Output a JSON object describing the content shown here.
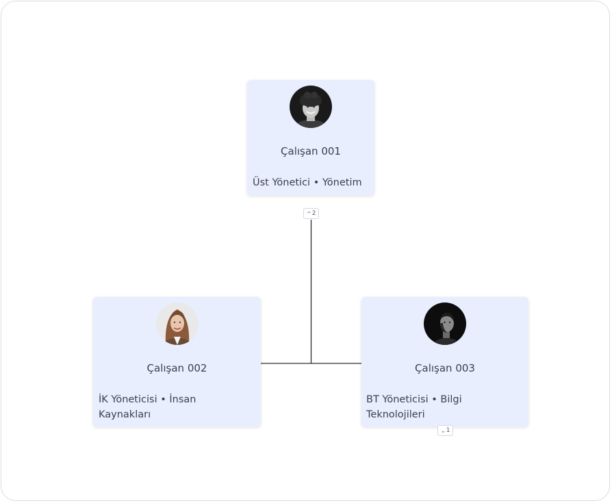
{
  "nodes": [
    {
      "id": "n1",
      "name": "Çalışan 001",
      "role": "Üst Yönetici • Yönetim",
      "avatar": "man-curly-hair-avatar"
    },
    {
      "id": "n2",
      "name": "Çalışan 002",
      "role": "İK Yöneticisi • İnsan Kaynakları",
      "avatar": "woman-long-hair-avatar"
    },
    {
      "id": "n3",
      "name": "Çalışan 003",
      "role": "BT Yöneticisi • Bilgi Teknolojileri",
      "avatar": "man-dark-portrait-avatar"
    }
  ],
  "toggles": {
    "n1": {
      "icon": "chevron-up-icon",
      "glyph": "^",
      "count": "2"
    },
    "n3": {
      "icon": "chevron-down-icon",
      "glyph": "⌄",
      "count": "1"
    }
  },
  "edges": [
    {
      "from": "n1",
      "to": "n2"
    },
    {
      "from": "n1",
      "to": "n3"
    }
  ],
  "colors": {
    "card_bg": "#e9eefe",
    "connector": "#2a2a2a",
    "text": "#3a3f4a"
  }
}
